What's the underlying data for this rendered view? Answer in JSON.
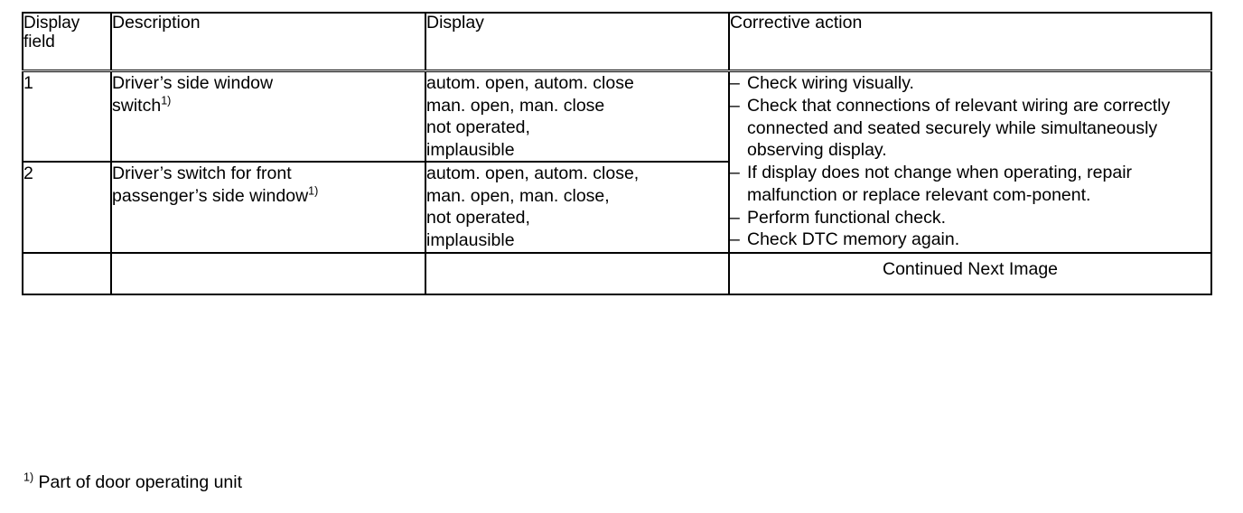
{
  "document": {
    "type": "service-manual-table",
    "footnote_marker": "1)",
    "footnote_text": "Part of door operating unit"
  },
  "table": {
    "columns": [
      {
        "key": "field",
        "label_line1": "Display",
        "label_line2": "field",
        "align": "center",
        "bold": true
      },
      {
        "key": "description",
        "label": "Description",
        "align": "left",
        "bold": false
      },
      {
        "key": "display",
        "label": "Display",
        "align": "center",
        "bold": true
      },
      {
        "key": "corrective",
        "label": "Corrective action",
        "align": "left",
        "bold": false
      }
    ],
    "rows": [
      {
        "field": "1",
        "description_lines": [
          "Driver’s side window",
          "switch"
        ],
        "description_footnote": "1)",
        "display_lines": [
          "autom. open, autom. close",
          "man. open, man. close",
          "not operated,",
          "implausible"
        ],
        "corrective_actions": [
          "Check wiring visually.",
          "Check that connections of relevant wiring are correctly connected and seated securely while simultaneously observing display.",
          "If display does not change when operating, repair malfunction or replace relevant com-ponent.",
          "Perform functional check.",
          "Check DTC memory again."
        ],
        "bullet_glyph": "–"
      },
      {
        "field": "2",
        "description_lines": [
          "Driver’s switch for front",
          "passenger’s side window"
        ],
        "description_footnote": "1)",
        "display_lines": [
          "autom. open, autom. close,",
          "man. open, man. close,",
          "not operated,",
          "implausible"
        ],
        "corrective_actions": [],
        "bullet_glyph": "–"
      }
    ],
    "footer_row": {
      "field": "",
      "description": "",
      "display": "",
      "corrective": "Continued Next Image"
    }
  },
  "colors": {
    "ink": "#000000",
    "paper": "#ffffff"
  }
}
